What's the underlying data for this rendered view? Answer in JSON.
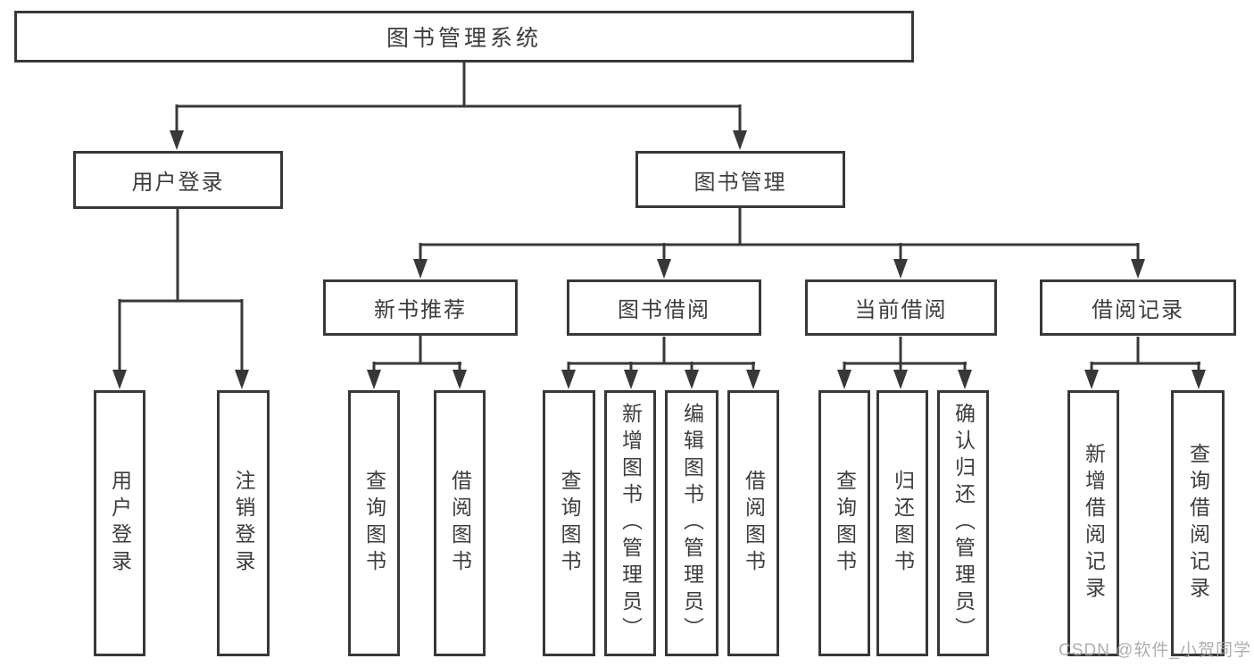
{
  "diagram": {
    "root": {
      "label": "图书管理系统"
    },
    "level2": [
      {
        "label": "用户登录"
      },
      {
        "label": "图书管理"
      }
    ],
    "level3": [
      {
        "label": "新书推荐"
      },
      {
        "label": "图书借阅"
      },
      {
        "label": "当前借阅"
      },
      {
        "label": "借阅记录"
      }
    ],
    "leaves": [
      {
        "label": "用户登录"
      },
      {
        "label": "注销登录"
      },
      {
        "label": "查询图书"
      },
      {
        "label": "借阅图书"
      },
      {
        "label": "查询图书"
      },
      {
        "label": "新增图书（管理员）"
      },
      {
        "label": "编辑图书（管理员）"
      },
      {
        "label": "借阅图书"
      },
      {
        "label": "查询图书"
      },
      {
        "label": "归还图书"
      },
      {
        "label": "确认归还（管理员）"
      },
      {
        "label": "新增借阅记录"
      },
      {
        "label": "查询借阅记录"
      }
    ],
    "watermark": "CSDN @软件_小贺同学",
    "colors": {
      "line": "#383838",
      "text": "#3d3d3d",
      "background": "#ffffff",
      "watermark": "#a5a5a5"
    }
  }
}
